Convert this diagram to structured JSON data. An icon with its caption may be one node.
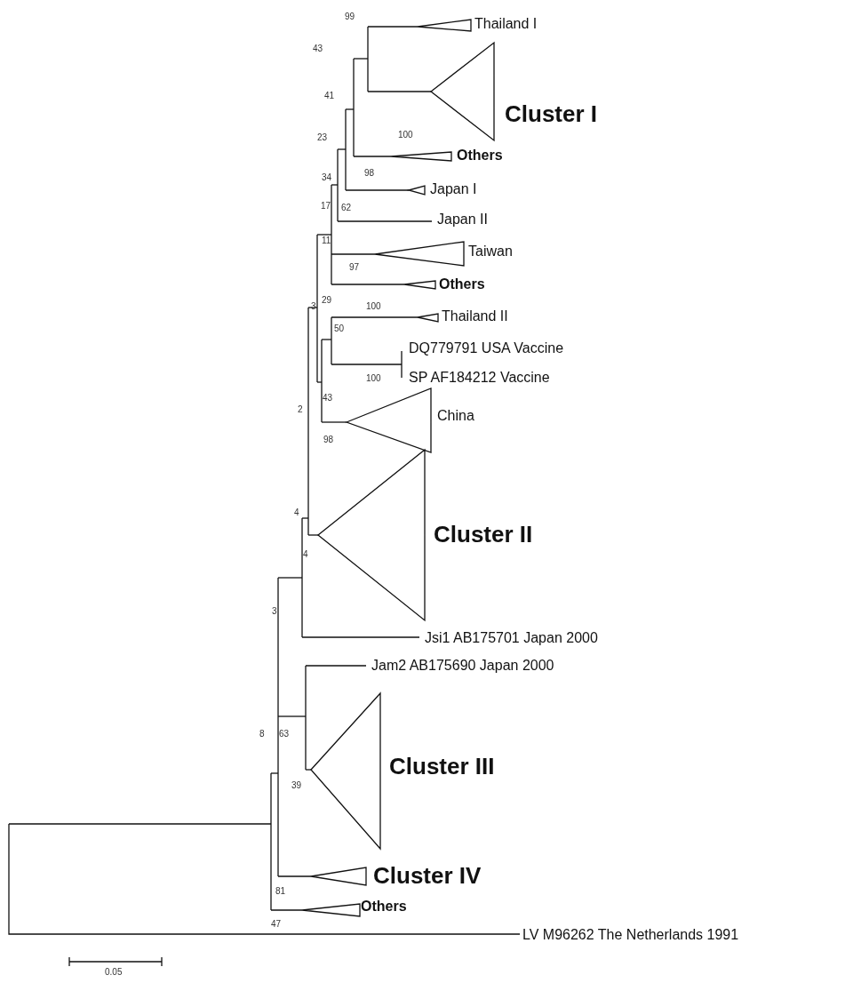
{
  "diagram": {
    "labels": [
      "99",
      "Thailand I",
      "43",
      "Cluster I",
      "41",
      "100",
      "23",
      "Others",
      "98",
      "34",
      "Japan I",
      "17",
      "62",
      "Japan II",
      "11",
      "Taiwan",
      "97",
      "Others",
      "3",
      "29",
      "100",
      "Thailand II",
      "50",
      "DQ779791 USA Vaccine",
      "100",
      "SP AF184212 Vaccine",
      "43",
      "2",
      "China",
      "98",
      "4",
      "Cluster II",
      "4",
      "3",
      "Jsi1 AB175701 Japan 2000",
      "Jam2 AB175690 Japan 2000",
      "8",
      "63",
      "Cluster III",
      "39",
      "Cluster IV",
      "81",
      "Others",
      "47",
      "LV M96262 The Netherlands 1991",
      "0.05"
    ]
  }
}
